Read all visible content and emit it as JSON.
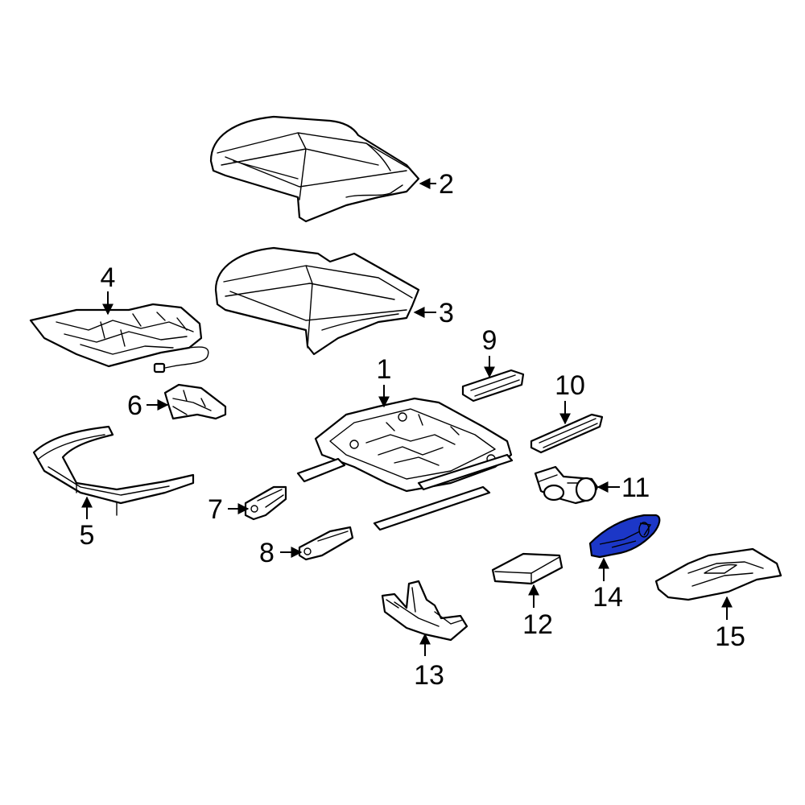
{
  "callouts": [
    {
      "id": "1",
      "label": "1"
    },
    {
      "id": "2",
      "label": "2"
    },
    {
      "id": "3",
      "label": "3"
    },
    {
      "id": "4",
      "label": "4"
    },
    {
      "id": "5",
      "label": "5"
    },
    {
      "id": "6",
      "label": "6"
    },
    {
      "id": "7",
      "label": "7"
    },
    {
      "id": "8",
      "label": "8"
    },
    {
      "id": "9",
      "label": "9"
    },
    {
      "id": "10",
      "label": "10"
    },
    {
      "id": "11",
      "label": "11"
    },
    {
      "id": "12",
      "label": "12"
    },
    {
      "id": "13",
      "label": "13"
    },
    {
      "id": "14",
      "label": "14"
    },
    {
      "id": "15",
      "label": "15"
    }
  ],
  "highlighted_part": "14",
  "colors": {
    "highlight": "#1c37c7",
    "line": "#000000",
    "background": "#ffffff"
  }
}
